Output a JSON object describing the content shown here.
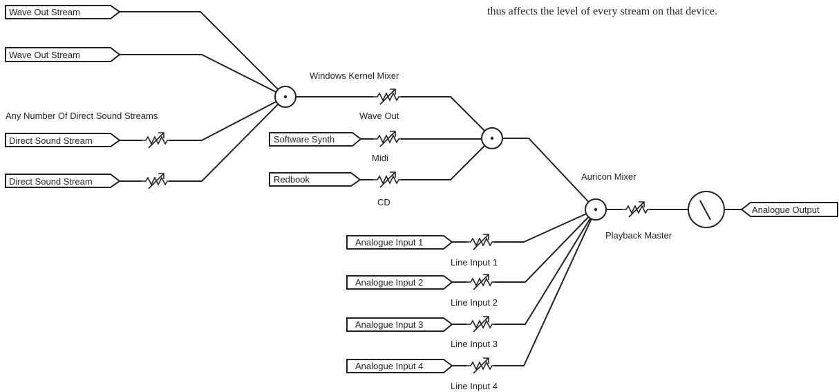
{
  "caption": "thus affects the level of every stream on that device.",
  "labels": {
    "any_number": "Any Number Of Direct Sound Streams",
    "kernel_mixer": "Windows Kernel Mixer",
    "auricon_mixer": "Auricon Mixer"
  },
  "sources": {
    "wave_out_1": "Wave Out Stream",
    "wave_out_2": "Wave Out Stream",
    "dsound_1": "Direct Sound Stream",
    "dsound_2": "Direct Sound Stream",
    "software_synth": "Software Synth",
    "redbook": "Redbook",
    "analogue_in_1": "Analogue Input 1",
    "analogue_in_2": "Analogue Input 2",
    "analogue_in_3": "Analogue Input 3",
    "analogue_in_4": "Analogue Input 4",
    "analogue_out": "Analogue Output"
  },
  "controls": {
    "wave_out": "Wave Out",
    "midi": "Midi",
    "cd": "CD",
    "line_1": "Line Input 1",
    "line_2": "Line Input 2",
    "line_3": "Line Input 3",
    "line_4": "Line Input 4",
    "playback_master": "Playback Master"
  },
  "colors": {
    "ink": "#231f20",
    "background": "#ffffff"
  },
  "icons": [
    "arrow-pentagon-icon",
    "variable-resistor-icon",
    "mixer-node-icon",
    "master-meter-icon"
  ]
}
